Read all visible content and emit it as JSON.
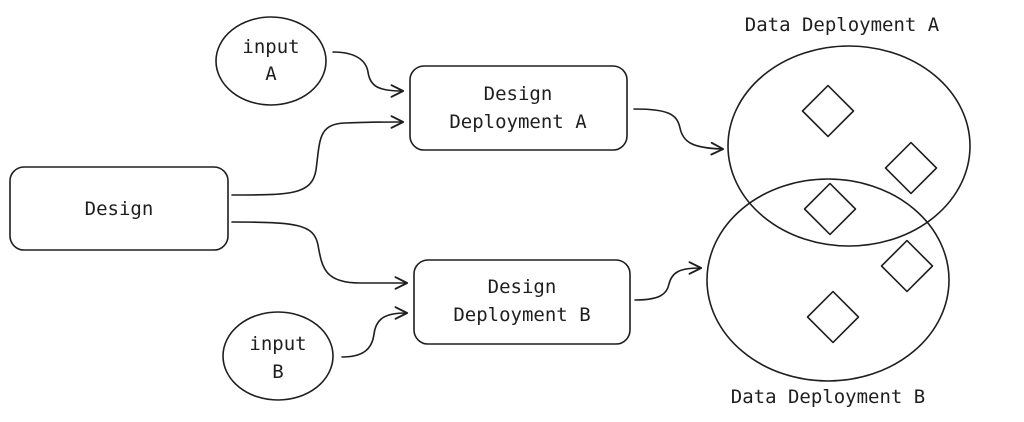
{
  "diagram": {
    "design": {
      "label": "Design",
      "fill": "#ffec99"
    },
    "input_a": {
      "line1": "input",
      "line2": "A",
      "hatch": "#b2f2bb"
    },
    "input_b": {
      "line1": "input",
      "line2": "B",
      "hatch": "#a5d8ff"
    },
    "design_deployment_a": {
      "line1": "Design",
      "line2": "Deployment A",
      "fill": "#b2f2bb"
    },
    "design_deployment_b": {
      "line1": "Design",
      "line2": "Deployment B",
      "fill": "#a5d8ff"
    },
    "data_deployment_a": {
      "label": "Data Deployment A",
      "hatch": "#b2f2bb",
      "item_fill": "#b2f2bb"
    },
    "data_deployment_b": {
      "label": "Data Deployment B",
      "hatch": "#a5d8ff",
      "item_fill": "#a5d8ff"
    }
  }
}
